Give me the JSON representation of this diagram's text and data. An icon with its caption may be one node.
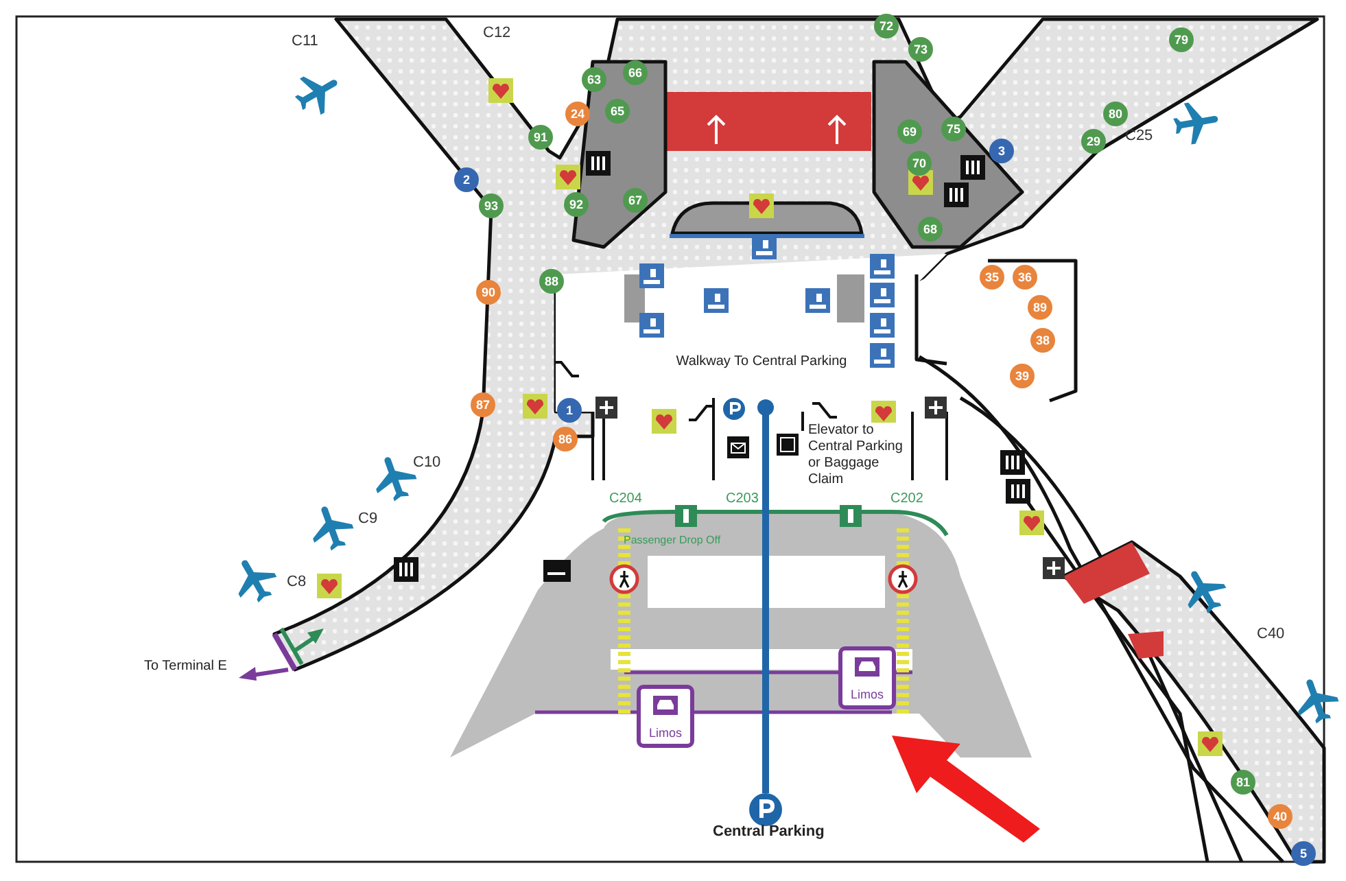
{
  "diagram": {
    "nodes": [
      {
        "text": [
          "63"
        ]
      },
      {
        "text": [
          "66"
        ]
      },
      {
        "text": [
          "24"
        ]
      },
      {
        "text": [
          "65"
        ]
      },
      {
        "text": [
          "91"
        ]
      },
      {
        "text": [
          "2"
        ]
      },
      {
        "text": [
          "93"
        ]
      },
      {
        "text": [
          "92"
        ]
      },
      {
        "text": [
          "67"
        ]
      },
      {
        "text": [
          "72"
        ]
      },
      {
        "text": [
          "73"
        ]
      },
      {
        "text": [
          "79"
        ]
      },
      {
        "text": [
          "80"
        ]
      },
      {
        "text": [
          "69"
        ]
      },
      {
        "text": [
          "75"
        ]
      },
      {
        "text": [
          "29"
        ]
      },
      {
        "text": [
          "3"
        ]
      },
      {
        "text": [
          "70"
        ]
      },
      {
        "text": [
          "68"
        ]
      },
      {
        "text": [
          "88"
        ]
      },
      {
        "text": [
          "90"
        ]
      },
      {
        "text": [
          "35"
        ]
      },
      {
        "text": [
          "36"
        ]
      },
      {
        "text": [
          "89"
        ]
      },
      {
        "text": [
          "38"
        ]
      },
      {
        "text": [
          "39"
        ]
      },
      {
        "text": [
          "87"
        ]
      },
      {
        "text": [
          "1"
        ]
      },
      {
        "text": [
          "86"
        ]
      },
      {
        "text": [
          "Limos"
        ]
      },
      {
        "text": [
          "Limos"
        ]
      },
      {
        "text": [
          "81"
        ]
      },
      {
        "text": [
          "40"
        ]
      },
      {
        "text": [
          "5"
        ]
      }
    ],
    "labels": [
      "C11",
      "C12",
      "C25",
      "Walkway To Central Parking",
      "Elevator to Central Parking or Baggage Claim",
      "C10",
      "C204",
      "C203",
      "C202",
      "C9",
      "Passenger Drop Off",
      "C8",
      "C40",
      "To Terminal E",
      "Central Parking"
    ]
  }
}
